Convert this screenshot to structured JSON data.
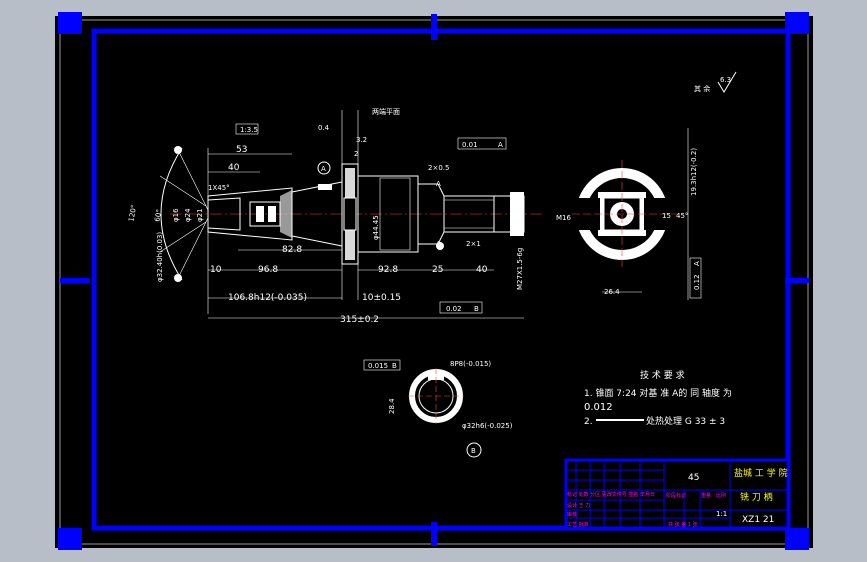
{
  "drawing": {
    "roughness_symbol": "6.3",
    "roughness_label": "其 余",
    "dims": {
      "taper": "1:3.5",
      "d53": "53",
      "d40": "40",
      "chamfer": "1X45°",
      "d828": "82.8",
      "d968": "96.8",
      "d10": "10",
      "d1068": "106.8h12(-0.035)",
      "d10pm": "10±0.15",
      "d928": "92.8",
      "d25": "25",
      "d40b": "40",
      "overall": "315±0.2",
      "d04": "0.4",
      "d32": "3.2",
      "d2": "2",
      "d2x05": "2×0.5",
      "d2x1": "2×1",
      "flat_note": "两端平面",
      "angle120": "120°",
      "angle60": "60°",
      "dia3240": "φ32.40h(0.03)",
      "dia16": "φ16",
      "dia24": "φ24",
      "dia21": "φ21",
      "dia444": "φ44.45",
      "m27": "M27X1.5-6g",
      "tol_flat": "0.01",
      "tol_flat_ref": "A",
      "tol_perp": "0.02",
      "tol_perp_ref": "B",
      "label_a": "A",
      "label_b": "B",
      "d193": "19.3h12(-0.2)",
      "d012": "0.12",
      "d012_ref": "A",
      "d26": "26.4",
      "m16": "M16",
      "angle45": "45°",
      "d15": "15",
      "tol_sym": "0.015",
      "tol_sym_ref": "B",
      "key": "8P8(-0.015)",
      "d28": "28.4",
      "dia32": "φ32h6(-0.025)"
    },
    "tech_req": {
      "title": "技 术 要 求",
      "item1": "1. 锥面 7:24 对基 准 A的 同 轴度 为",
      "item1_value": "0.012",
      "item2": "2.",
      "item2_text": "处热处理 G 33 ± 3"
    },
    "title_block": {
      "material": "45",
      "school": "盐城 工 学 院",
      "part_name": "铣 刀 柄",
      "drawing_no": "XZ1 21",
      "scale": "1:1",
      "sheet": "共 张 第 1 张",
      "row_label_1": "标记 处数 分区 更改文件号 签名 年月日",
      "row_label_2": "设计 王 力",
      "row_label_3": "审核",
      "row_label_4": "工艺 批准",
      "stage": "阶段标记",
      "weight": "重量",
      "ratio": "比例"
    }
  }
}
